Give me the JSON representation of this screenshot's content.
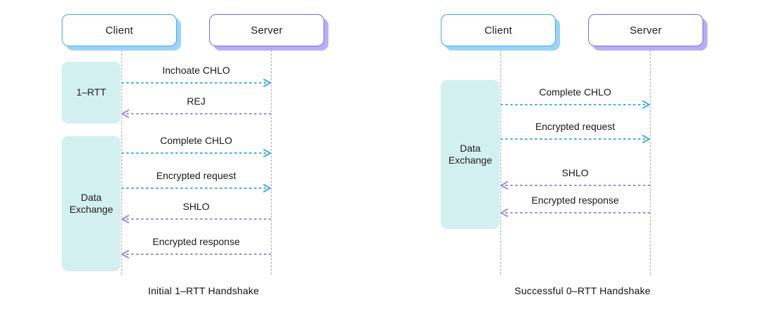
{
  "diagrams": [
    {
      "id": "initial-1rtt",
      "caption": "Initial 1–RTT Handshake",
      "actors": [
        {
          "name": "client",
          "label": "Client",
          "border_color": "#3aa9f2",
          "shadow_color": "#9bd4fb"
        },
        {
          "name": "server",
          "label": "Server",
          "border_color": "#7b68ee",
          "shadow_color": "#b9adf7"
        }
      ],
      "phases": [
        {
          "name": "phase-1rtt",
          "label": "1–RTT",
          "color": "#d3f0f0"
        },
        {
          "name": "phase-data-exchange",
          "label": "Data\nExchange",
          "color": "#d3f0f0"
        }
      ],
      "messages": [
        {
          "label": "Inchoate CHLO",
          "direction": "client-to-server",
          "color": "#29a3f5"
        },
        {
          "label": "REJ",
          "direction": "server-to-client",
          "color": "#8b7fe8"
        },
        {
          "label": "Complete CHLO",
          "direction": "client-to-server",
          "color": "#29a3f5"
        },
        {
          "label": "Encrypted request",
          "direction": "client-to-server",
          "color": "#29a3f5"
        },
        {
          "label": "SHLO",
          "direction": "server-to-client",
          "color": "#8b7fe8"
        },
        {
          "label": "Encrypted response",
          "direction": "server-to-client",
          "color": "#8b7fe8"
        }
      ]
    },
    {
      "id": "successful-0rtt",
      "caption": "Successful 0–RTT Handshake",
      "actors": [
        {
          "name": "client",
          "label": "Client",
          "border_color": "#3aa9f2",
          "shadow_color": "#9bd4fb"
        },
        {
          "name": "server",
          "label": "Server",
          "border_color": "#7b68ee",
          "shadow_color": "#b9adf7"
        }
      ],
      "phases": [
        {
          "name": "phase-data-exchange",
          "label": "Data\nExchange",
          "color": "#d3f0f0"
        }
      ],
      "messages": [
        {
          "label": "Complete CHLO",
          "direction": "client-to-server",
          "color": "#29a3f5"
        },
        {
          "label": "Encrypted request",
          "direction": "client-to-server",
          "color": "#29a3f5"
        },
        {
          "label": "SHLO",
          "direction": "server-to-client",
          "color": "#8b7fe8"
        },
        {
          "label": "Encrypted response",
          "direction": "server-to-client",
          "color": "#8b7fe8"
        }
      ]
    }
  ],
  "layout": {
    "lifeline_color": "#a8a8a8",
    "background": "#ffffff"
  }
}
